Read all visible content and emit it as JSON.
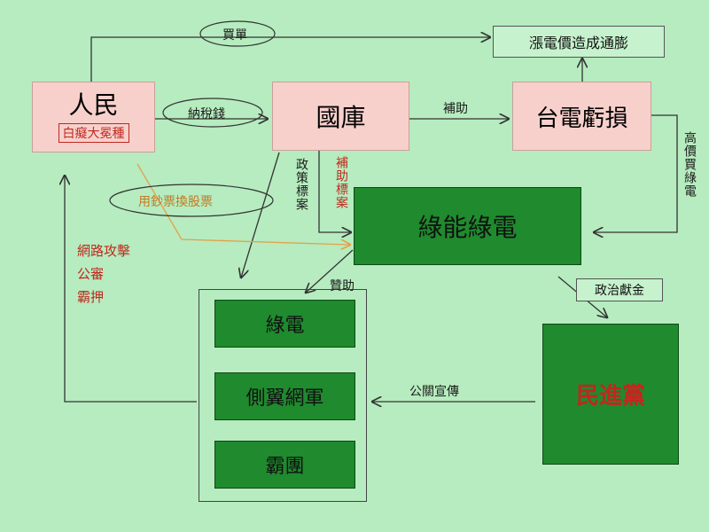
{
  "nodes": {
    "people": "人民",
    "people_sub": "白癡大冕種",
    "treasury": "國庫",
    "taipower": "台電虧損",
    "inflation": "漲電價造成通膨",
    "green_energy": "綠能綠電",
    "stack_1": "綠電",
    "stack_2": "側翼網軍",
    "stack_3": "霸團",
    "party": "民進黨"
  },
  "edges": {
    "buy_bill": "買單",
    "pay_tax": "納稅錢",
    "subsidy": "補助",
    "buy_green_high": "高價買綠電",
    "banknote_swap": "用鈔票換股票",
    "policy_target": "政策標案",
    "subsidy_target": "補助標案",
    "sponsor": "贊助",
    "political_donation": "政治獻金",
    "pr_publicity": "公關宣傳",
    "attack_1": "網路攻擊",
    "attack_2": "公審",
    "attack_3": "霸押"
  },
  "colors": {
    "background": "#b6ecbf",
    "pink_box": "#f7d0cc",
    "dark_green_box": "#1f8a2e",
    "red_text": "#c0281e",
    "orange_arrow": "#e3a04b"
  }
}
